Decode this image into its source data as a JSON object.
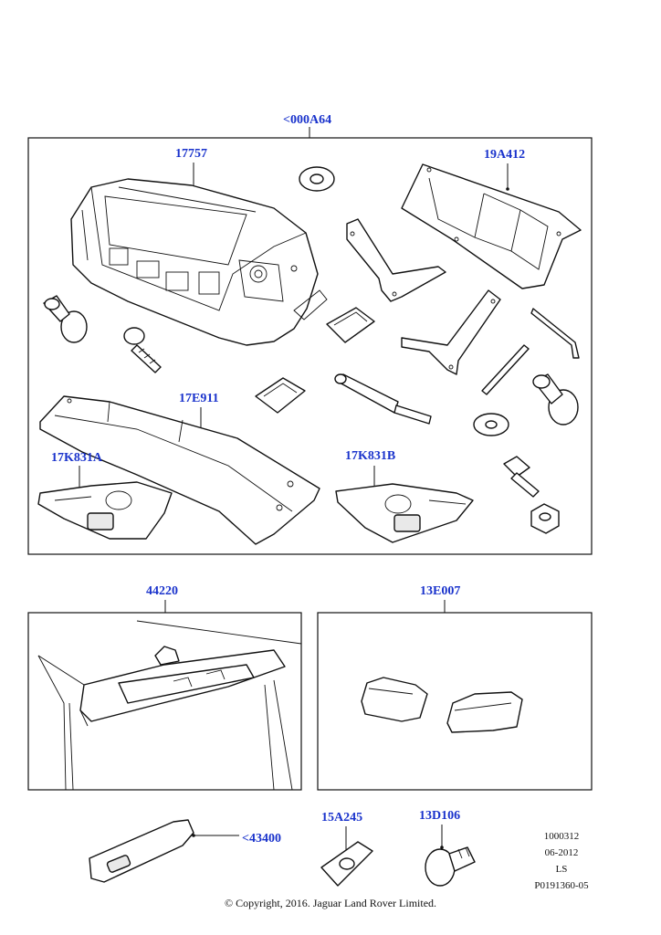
{
  "callouts": {
    "kit_main": "<000A64",
    "part_17757": "17757",
    "part_19A412": "19A412",
    "part_17E911": "17E911",
    "part_17K831A": "17K831A",
    "part_17K831B": "17K831B",
    "part_44220": "44220",
    "part_13E007": "13E007",
    "part_43400": "<43400",
    "part_15A245": "15A245",
    "part_13D106": "13D106"
  },
  "reference": {
    "line1": "1000312",
    "line2": "06-2012",
    "line3": "LS",
    "line4": "P0191360-05"
  },
  "copyright": "© Copyright, 2016. Jaguar Land Rover Limited."
}
